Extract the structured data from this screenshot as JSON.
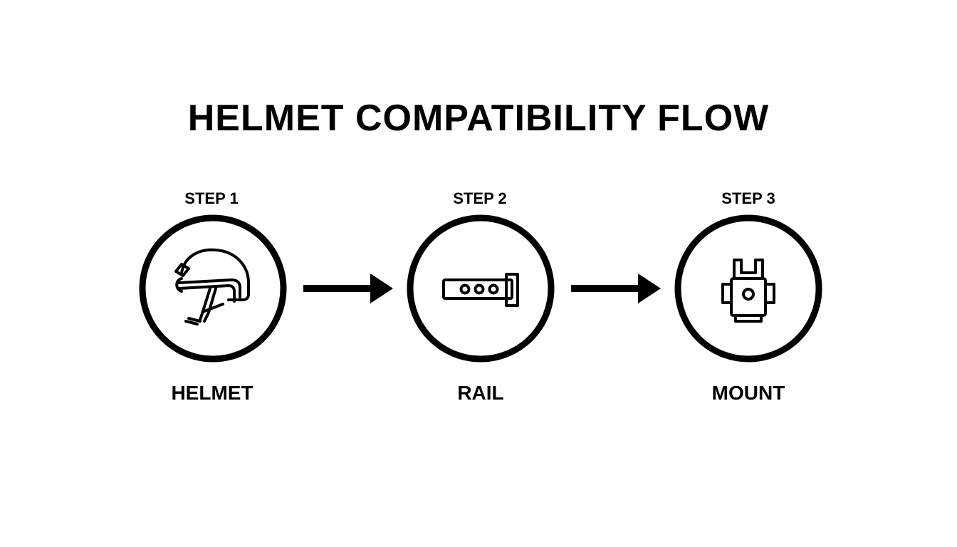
{
  "title": "HELMET COMPATIBILITY FLOW",
  "steps": [
    {
      "step_label": "STEP 1",
      "label": "HELMET",
      "icon": "helmet-icon"
    },
    {
      "step_label": "STEP 2",
      "label": "RAIL",
      "icon": "rail-icon"
    },
    {
      "step_label": "STEP 3",
      "label": "MOUNT",
      "icon": "mount-icon"
    }
  ],
  "colors": {
    "foreground": "#000000",
    "background": "#ffffff"
  }
}
